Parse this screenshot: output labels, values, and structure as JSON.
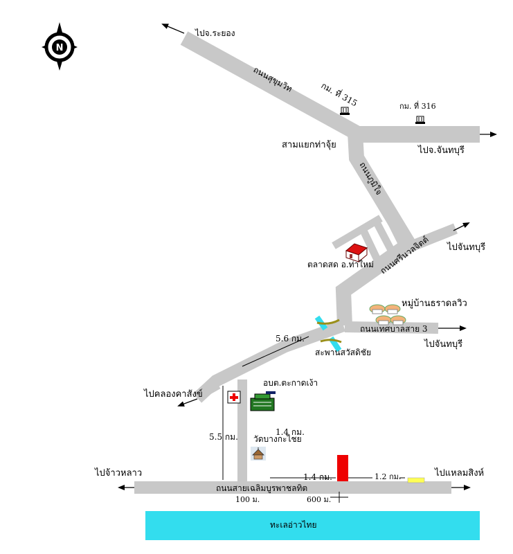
{
  "map": {
    "labels": {
      "to_rayong": "ไปจ.ระยอง",
      "sukhumvit": "ถนนสุขุมวิท",
      "km315": "กม. ที่ 315",
      "km316": "กม. ที่ 316",
      "to_chanthaburi_prov": "ไปจ.จันทบุรี",
      "samyaek": "สามแยกท่าจุ้ย",
      "thanon_upper": "ถนนภูมิใจ",
      "to_chanthaburi_1": "ไปจันทบุรี",
      "market": "ตลาดสด อ.ท่าใหม่",
      "thanon_srinuwat": "ถนนศรีนวลจิตต์",
      "village": "หมู่บ้านธราดลวิว",
      "thetsaban3": "ถนนเทศบาลสาย 3",
      "to_chanthaburi_2": "ไปจันทบุรี",
      "dist_56": "5.6 กม.",
      "bridge": "สะพานสวัสดิชัย",
      "to_khlong": "ไปคลองคาสังข์",
      "obt": "อบต.ตะกาดเง้า",
      "dist_55": "5.5 กม.",
      "dist_14a": "1.4 กม.",
      "temple": "วัดบางกะไชย",
      "to_chaolao": "ไปจ้าวหลาว",
      "to_laemsing": "ไปแหลมสิงห์",
      "dist_14b": "1.4 กม.",
      "dist_12": "1.2 กม.",
      "coastal_road": "ถนนสายเฉลิมบูรพาชลทิต",
      "dist_100": "100 ม.",
      "dist_600": "600 ม.",
      "sea": "ทะเลอ่าวไทย",
      "compass": "N"
    },
    "colors": {
      "road": "#c8c8c8",
      "sea": "#33ddee",
      "marker": "#ee0000",
      "highlight": "#ffff55",
      "bridge": "#9a8f1a"
    },
    "icons": [
      "compass-icon",
      "arrow-icon",
      "km-post-icon",
      "market-icon",
      "village-house-icon",
      "hospital-icon",
      "office-building-icon",
      "temple-icon",
      "destination-marker-icon"
    ]
  }
}
